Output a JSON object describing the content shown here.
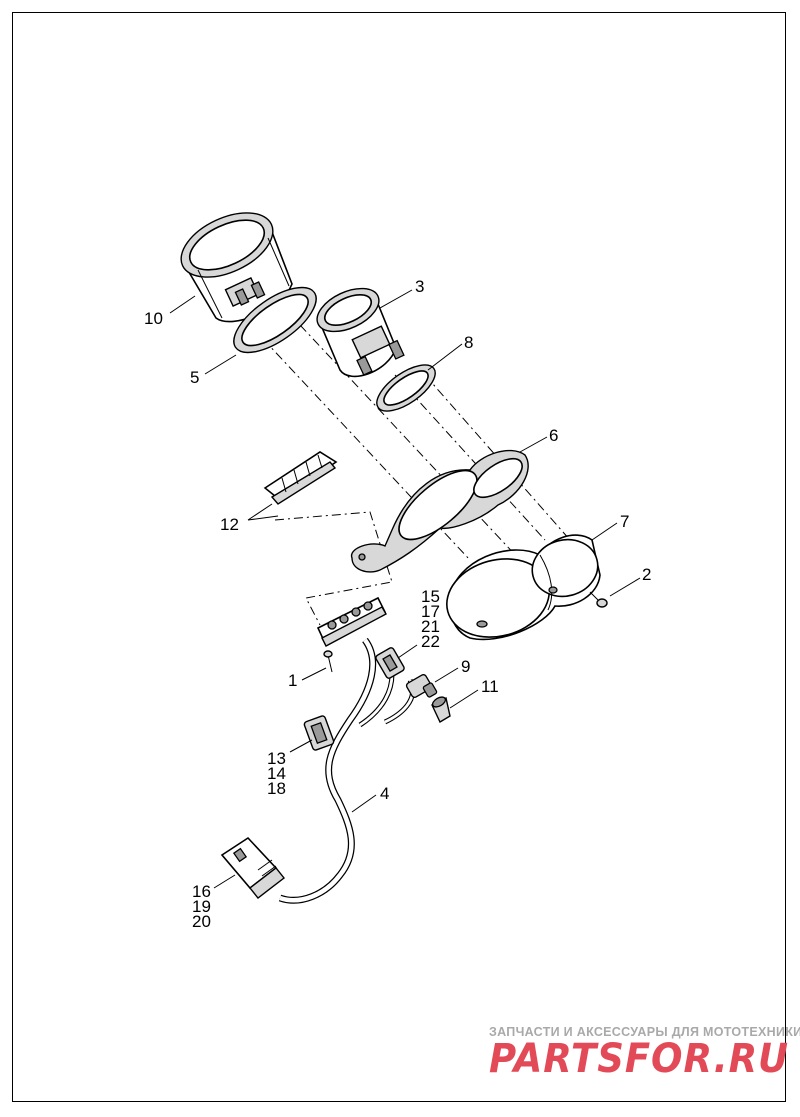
{
  "diagram": {
    "callouts": [
      {
        "id": "c10",
        "text": "10"
      },
      {
        "id": "c5",
        "text": "5"
      },
      {
        "id": "c3",
        "text": "3"
      },
      {
        "id": "c8",
        "text": "8"
      },
      {
        "id": "c6",
        "text": "6"
      },
      {
        "id": "c12",
        "text": "12"
      },
      {
        "id": "c7",
        "text": "7"
      },
      {
        "id": "c2",
        "text": "2"
      },
      {
        "id": "c15",
        "text": "15"
      },
      {
        "id": "c17",
        "text": "17"
      },
      {
        "id": "c21",
        "text": "21"
      },
      {
        "id": "c22",
        "text": "22"
      },
      {
        "id": "c1",
        "text": "1"
      },
      {
        "id": "c9",
        "text": "9"
      },
      {
        "id": "c11",
        "text": "11"
      },
      {
        "id": "c13",
        "text": "13"
      },
      {
        "id": "c14",
        "text": "14"
      },
      {
        "id": "c18",
        "text": "18"
      },
      {
        "id": "c4",
        "text": "4"
      },
      {
        "id": "c16",
        "text": "16"
      },
      {
        "id": "c19",
        "text": "19"
      },
      {
        "id": "c20",
        "text": "20"
      }
    ]
  },
  "watermark": {
    "tagline": "ЗАПЧАСТИ И АКСЕССУАРЫ ДЛЯ МОТОТЕХНИКИ",
    "logo": "PARTSFOR.RU",
    "logo_color": "#e24a57",
    "tagline_color": "#a9a9a9"
  }
}
